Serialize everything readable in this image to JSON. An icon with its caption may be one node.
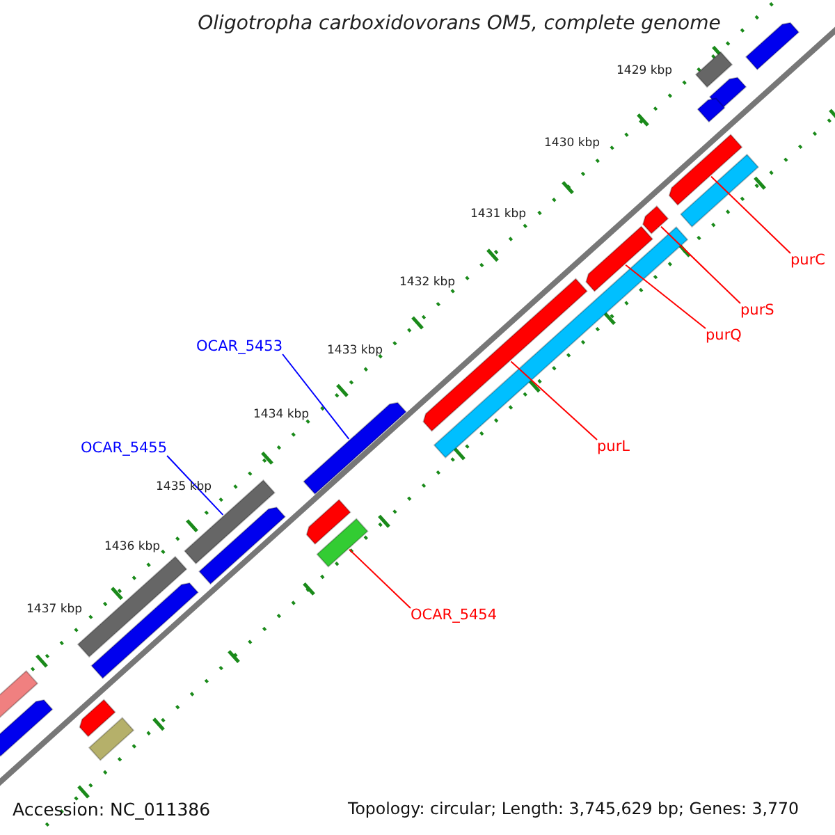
{
  "diagram": {
    "title": "Oligotropha carboxidovorans OM5, complete genome",
    "nodes": [
      {
        "text": [
          "purC"
        ]
      },
      {
        "text": [
          "purS"
        ]
      },
      {
        "text": [
          "purQ"
        ]
      },
      {
        "text": [
          "purL"
        ]
      },
      {
        "text": [
          "OCAR_5453"
        ]
      },
      {
        "text": [
          "OCAR_5455"
        ]
      },
      {
        "text": [
          "OCAR_5454"
        ]
      },
      {
        "text": [],
        "shape": "arrow"
      },
      {
        "text": [],
        "shape": "box"
      },
      {
        "text": [],
        "shape": "arrow"
      },
      {
        "text": [],
        "shape": "arrow"
      },
      {
        "text": [],
        "shape": "arrow"
      },
      {
        "text": [],
        "shape": "box"
      },
      {
        "text": [],
        "shape": "arrow"
      },
      {
        "text": [],
        "shape": "arrow"
      },
      {
        "text": [],
        "shape": "box"
      },
      {
        "text": [],
        "shape": "arrow"
      },
      {
        "text": [],
        "shape": "arrow"
      },
      {
        "text": [],
        "shape": "arrow"
      },
      {
        "text": [],
        "shape": "box"
      },
      {
        "text": [],
        "shape": "box"
      },
      {
        "text": [],
        "shape": "arrow"
      },
      {
        "text": [],
        "shape": "box"
      },
      {
        "text": [],
        "shape": "arrow"
      },
      {
        "text": [],
        "shape": "box"
      },
      {
        "text": [],
        "shape": "arrow"
      },
      {
        "text": [],
        "shape": "arrow"
      },
      {
        "text": [],
        "shape": "box"
      }
    ],
    "edges": [
      {
        "from": 0,
        "to": 11,
        "arrow": "none"
      },
      {
        "from": 1,
        "to": 13,
        "arrow": "none"
      },
      {
        "from": 2,
        "to": 14,
        "arrow": "none"
      },
      {
        "from": 3,
        "to": 16,
        "arrow": "none"
      },
      {
        "from": 4,
        "to": 17,
        "arrow": "none",
        "color": "#0000ff"
      },
      {
        "from": 5,
        "to": 19,
        "arrow": "none",
        "color": "#0000ff"
      },
      {
        "from": 6,
        "to": 20,
        "arrow": "none"
      }
    ],
    "labels": [
      "1429 kbp",
      "1430 kbp",
      "1431 kbp",
      "1432 kbp",
      "1433 kbp",
      "1434 kbp",
      "1435 kbp",
      "1436 kbp",
      "1437 kbp",
      "Accession: NC_011386",
      "Topology: circular; Length: 3,745,629 bp; Genes: 3,770"
    ]
  }
}
